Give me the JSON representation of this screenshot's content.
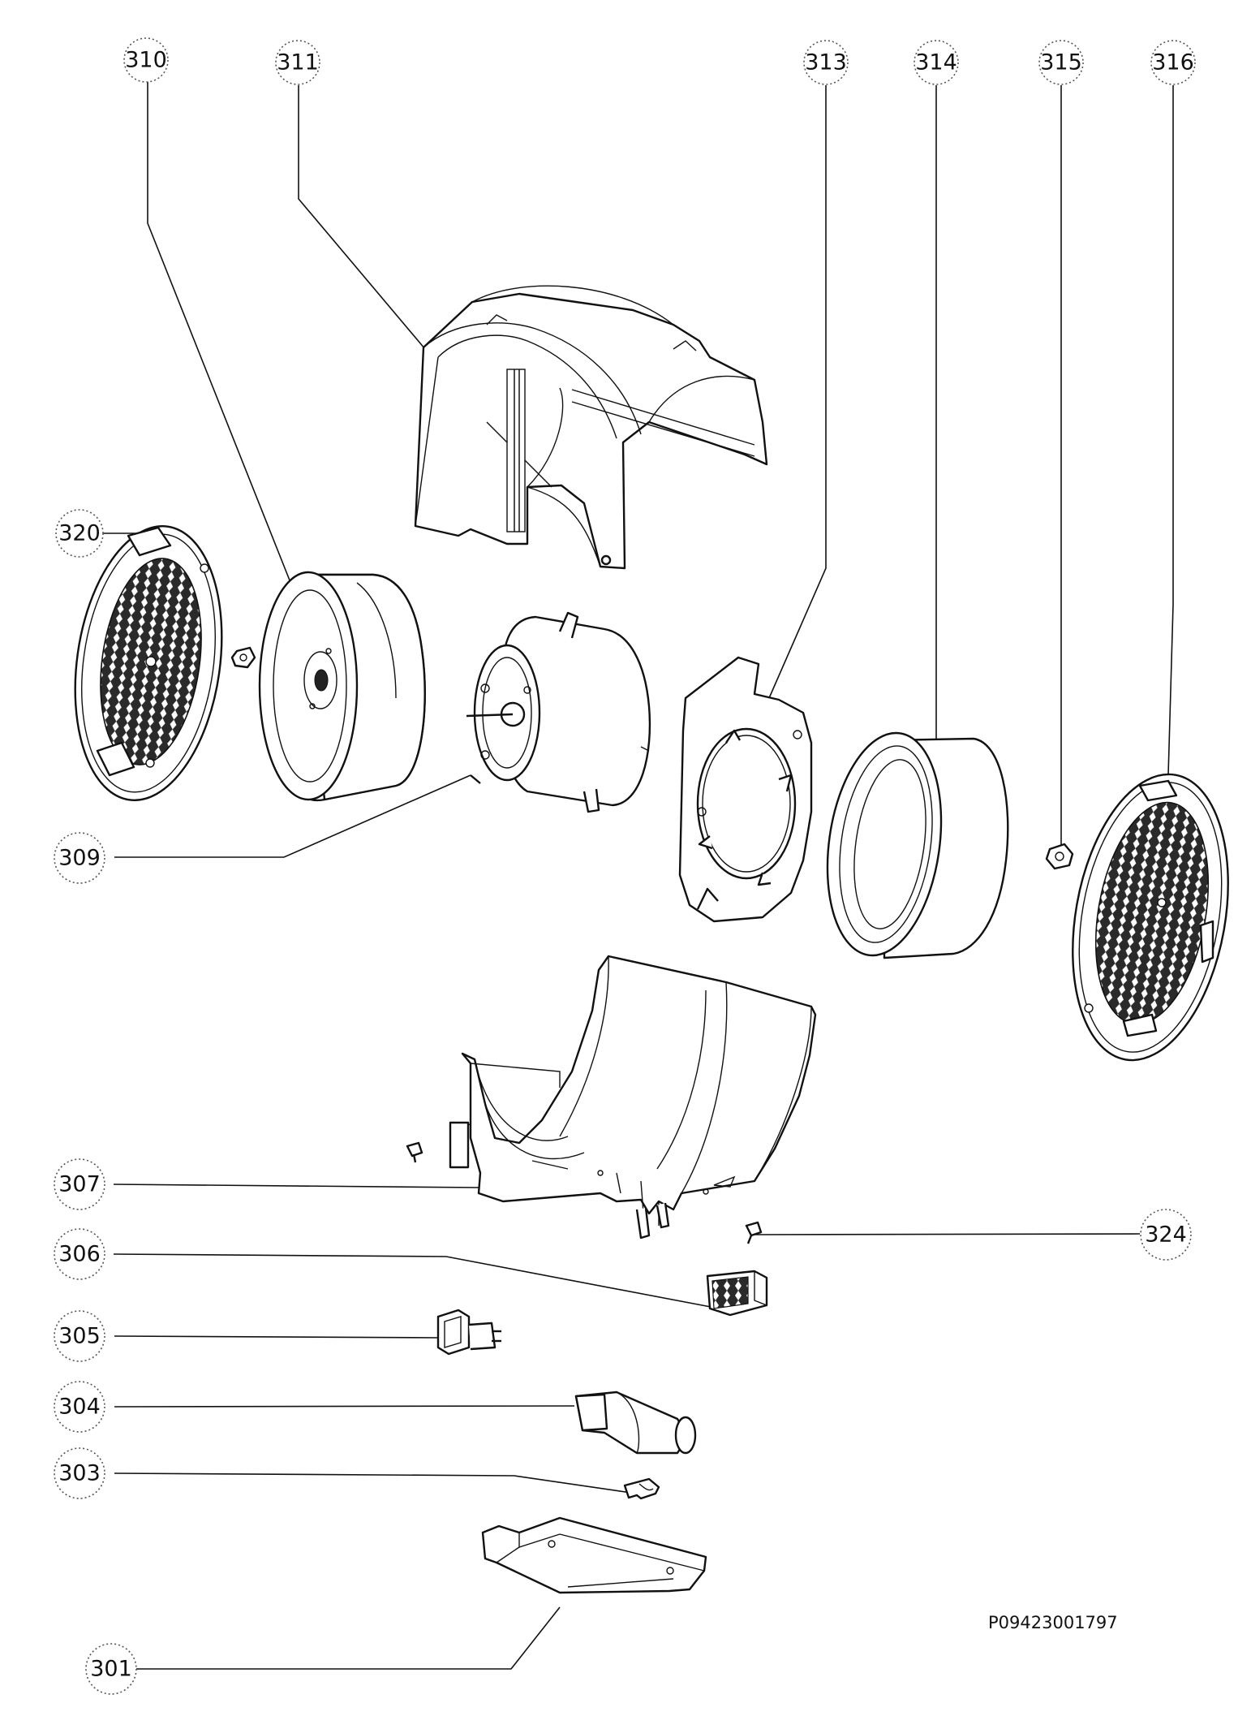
{
  "diagram": {
    "drawing_code": "P09423001797",
    "callouts": [
      {
        "id": "310",
        "label": "310"
      },
      {
        "id": "311",
        "label": "311"
      },
      {
        "id": "313",
        "label": "313"
      },
      {
        "id": "314",
        "label": "314"
      },
      {
        "id": "315",
        "label": "315"
      },
      {
        "id": "316",
        "label": "316"
      },
      {
        "id": "320",
        "label": "320"
      },
      {
        "id": "309",
        "label": "309"
      },
      {
        "id": "307",
        "label": "307"
      },
      {
        "id": "324",
        "label": "324"
      },
      {
        "id": "306",
        "label": "306"
      },
      {
        "id": "305",
        "label": "305"
      },
      {
        "id": "304",
        "label": "304"
      },
      {
        "id": "303",
        "label": "303"
      },
      {
        "id": "301",
        "label": "301"
      }
    ]
  }
}
